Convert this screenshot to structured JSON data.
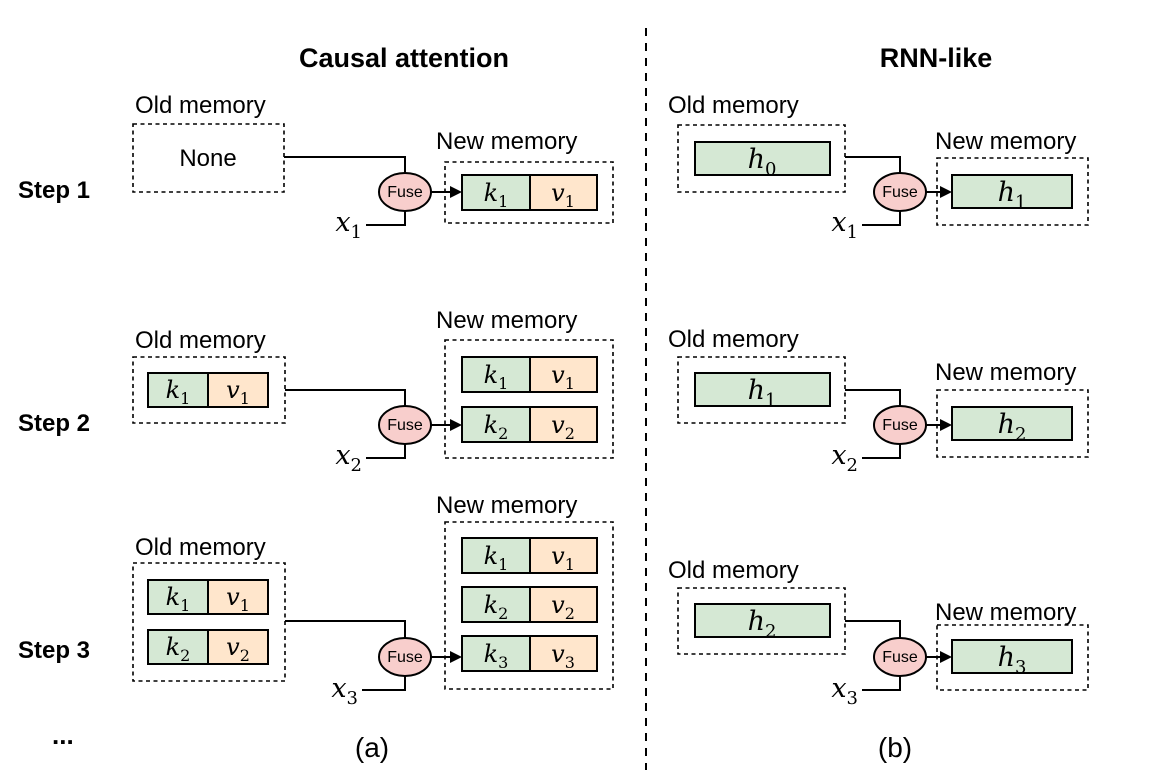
{
  "titles": {
    "left": "Causal attention",
    "right": "RNN-like"
  },
  "captions": {
    "left": "(a)",
    "right": "(b)",
    "ellipsis": "..."
  },
  "labels": {
    "old_memory": "Old memory",
    "new_memory": "New memory",
    "fuse": "Fuse",
    "none": "None"
  },
  "step_labels": {
    "s1": "Step 1",
    "s2": "Step 2",
    "s3": "Step 3"
  },
  "math": {
    "x1": {
      "base": "x",
      "sub": "1"
    },
    "x2": {
      "base": "x",
      "sub": "2"
    },
    "x3": {
      "base": "x",
      "sub": "3"
    },
    "k1": {
      "base": "k",
      "sub": "1"
    },
    "k2": {
      "base": "k",
      "sub": "2"
    },
    "k3": {
      "base": "k",
      "sub": "3"
    },
    "v1": {
      "base": "v",
      "sub": "1"
    },
    "v2": {
      "base": "v",
      "sub": "2"
    },
    "v3": {
      "base": "v",
      "sub": "3"
    },
    "h0": {
      "base": "h",
      "sub": "0"
    },
    "h1": {
      "base": "h",
      "sub": "1"
    },
    "h2": {
      "base": "h",
      "sub": "2"
    },
    "h3": {
      "base": "h",
      "sub": "3"
    }
  },
  "colors": {
    "key_fill": "#d5e8d4",
    "value_fill": "#ffe6cc",
    "state_fill": "#d5e8d4",
    "fuse_fill": "#f8cecc",
    "outline": "#000000"
  }
}
